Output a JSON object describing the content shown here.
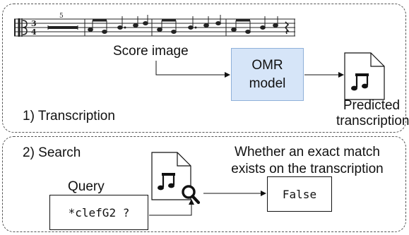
{
  "transcription_panel": {
    "section_label": "1) Transcription",
    "score_caption": "Score image",
    "score_measure_number": "5",
    "model_lines": [
      "OMR",
      "model"
    ],
    "output_lines": [
      "Predicted",
      "transcription"
    ]
  },
  "search_panel": {
    "section_label": "2) Search",
    "query_label": "Query",
    "query_value": "*clefG2 ?",
    "question_lines": [
      "Whether an exact match",
      "exists on the transcription"
    ],
    "result_value": "False"
  },
  "colors": {
    "model_fill": "#d6e5f8",
    "model_border": "#8fb0d9",
    "ink": "#111111"
  },
  "icons": [
    "score-image",
    "music-document-icon",
    "music-note-icon",
    "magnifier-icon",
    "arrow-icon"
  ]
}
